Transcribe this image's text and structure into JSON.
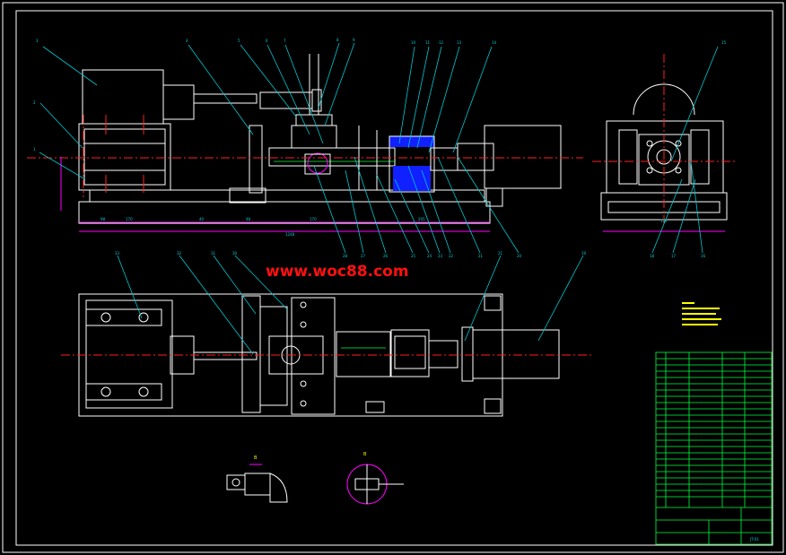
{
  "watermark": "www.woc88.com",
  "colors": {
    "background": "#000000",
    "outline": "#ffffff",
    "leader": "#00c8d0",
    "centerline": "#ff2020",
    "dimension": "#ff00ff",
    "watermark": "#ff1010",
    "title_block": "#00ff40",
    "cut_section": "#1020ff"
  },
  "part_callouts_top": [
    "3",
    "2",
    "1",
    "4",
    "5",
    "6",
    "7",
    "8",
    "9",
    "10",
    "11",
    "12",
    "13",
    "14",
    "15"
  ],
  "part_callouts_bottom": [
    "32",
    "31",
    "30",
    "29",
    "28",
    "27",
    "26",
    "25",
    "24",
    "23",
    "22",
    "21",
    "20",
    "19",
    "18",
    "17",
    "16"
  ],
  "plan_callouts": [
    "33",
    "32",
    "31",
    "30",
    "21",
    "19"
  ],
  "dimensions": [
    "98",
    "170",
    "40",
    "48",
    "170",
    "205",
    "1248",
    "134"
  ],
  "title_block": {
    "drawing_number": "JT-01"
  }
}
